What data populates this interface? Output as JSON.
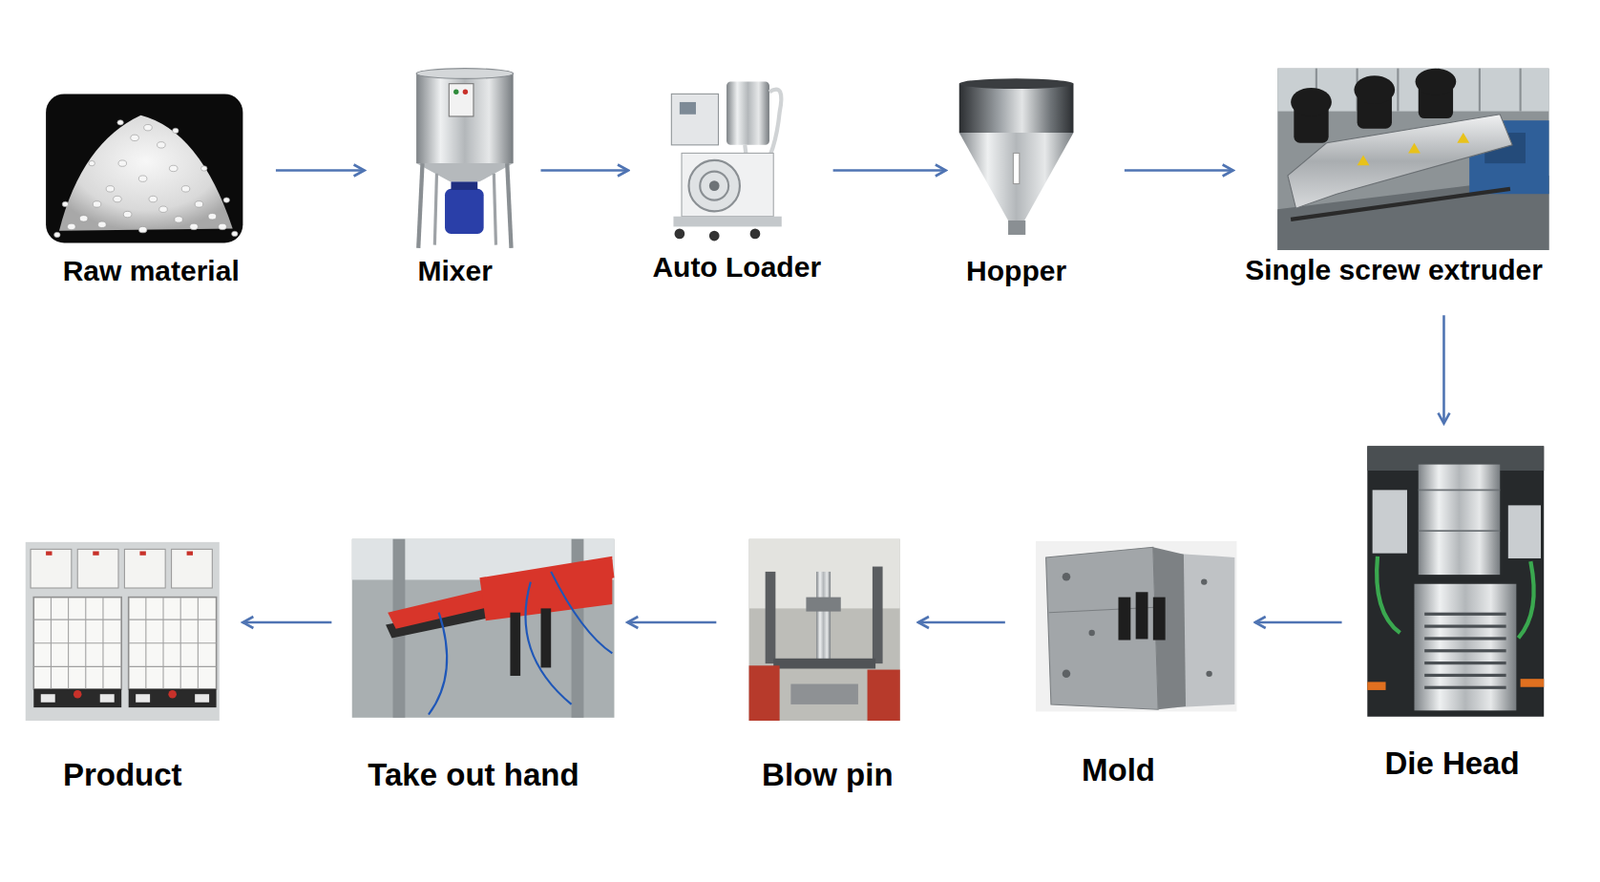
{
  "diagram": {
    "nodes": [
      {
        "text": [
          "Raw material"
        ]
      },
      {
        "text": [
          "Mixer"
        ]
      },
      {
        "text": [
          "Auto Loader"
        ]
      },
      {
        "text": [
          "Hopper"
        ]
      },
      {
        "text": [
          "Single screw extruder"
        ]
      },
      {
        "text": [
          "Die Head"
        ]
      },
      {
        "text": [
          "Mold"
        ]
      },
      {
        "text": [
          "Blow pin"
        ]
      },
      {
        "text": [
          "Take out hand"
        ]
      },
      {
        "text": [
          "Product"
        ]
      }
    ],
    "edges": [
      {
        "from": 0,
        "to": 1,
        "arrow": "to"
      },
      {
        "from": 1,
        "to": 2,
        "arrow": "to"
      },
      {
        "from": 2,
        "to": 3,
        "arrow": "to"
      },
      {
        "from": 3,
        "to": 4,
        "arrow": "to"
      },
      {
        "from": 4,
        "to": 5,
        "arrow": "to"
      },
      {
        "from": 5,
        "to": 6,
        "arrow": "to"
      },
      {
        "from": 6,
        "to": 7,
        "arrow": "to"
      },
      {
        "from": 7,
        "to": 8,
        "arrow": "to"
      },
      {
        "from": 8,
        "to": 9,
        "arrow": "to"
      }
    ]
  }
}
